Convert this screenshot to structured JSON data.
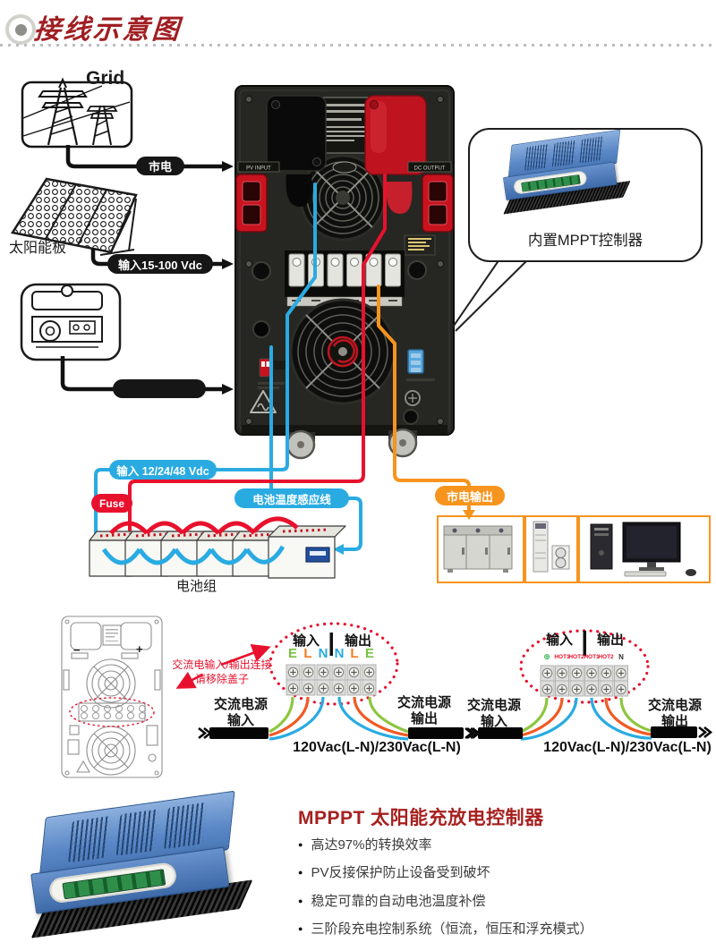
{
  "header": {
    "title": "接线示意图"
  },
  "top": {
    "grid_label": "Grid",
    "solar_label": "太阳能板",
    "battery_label": "电池组",
    "pill_mains_input": "市电",
    "pill_pv_input": "输入15-100 Vdc",
    "pill_battery_input": "输入 12/24/48 Vdc",
    "pill_fuse": "Fuse",
    "pill_temp_sense": "电池温度感应线",
    "pill_mains_output": "市电输出",
    "inverter_pv_input": "PV INPUT",
    "inverter_dc_output": "DC OUTPUT",
    "callout_label": "内置MPPT控制器"
  },
  "middle": {
    "note_line1": "交流电输入/输出连接",
    "note_line2": "请移除盖子",
    "minus": "−",
    "plus": "+",
    "d1": {
      "input": "输入",
      "output": "输出",
      "terminals": [
        "E",
        "L",
        "N",
        "N",
        "L",
        "E"
      ],
      "ac": "交流电源",
      "ac_in": "输入",
      "ac_out": "输出",
      "voltage": "120Vac(L-N)/230Vac(L-N)"
    },
    "d2": {
      "input": "输入",
      "output": "输出",
      "terminals": [
        "⊕",
        "HOT1",
        "HOT2",
        "HOT1",
        "HOT2",
        "N"
      ],
      "ac": "交流电源",
      "ac_in": "输入",
      "ac_out": "输出",
      "voltage": "120Vac(L-N)/230Vac(L-N)"
    }
  },
  "bottom": {
    "title": "MPPPT 太阳能充放电控制器",
    "bullets": [
      "高达97%的转换效率",
      "PV反接保护防止设备受到破坏",
      "稳定可靠的自动电池温度补偿",
      "三阶段充电控制系统（恒流，恒压和浮充模式）"
    ]
  },
  "colors": {
    "accent_red": "#a6201f",
    "wire_blue": "#29abe2",
    "wire_red": "#e8112d",
    "wire_orange": "#f7941d",
    "wire_green": "#8dc63f",
    "letter_orange": "#f47b20"
  }
}
